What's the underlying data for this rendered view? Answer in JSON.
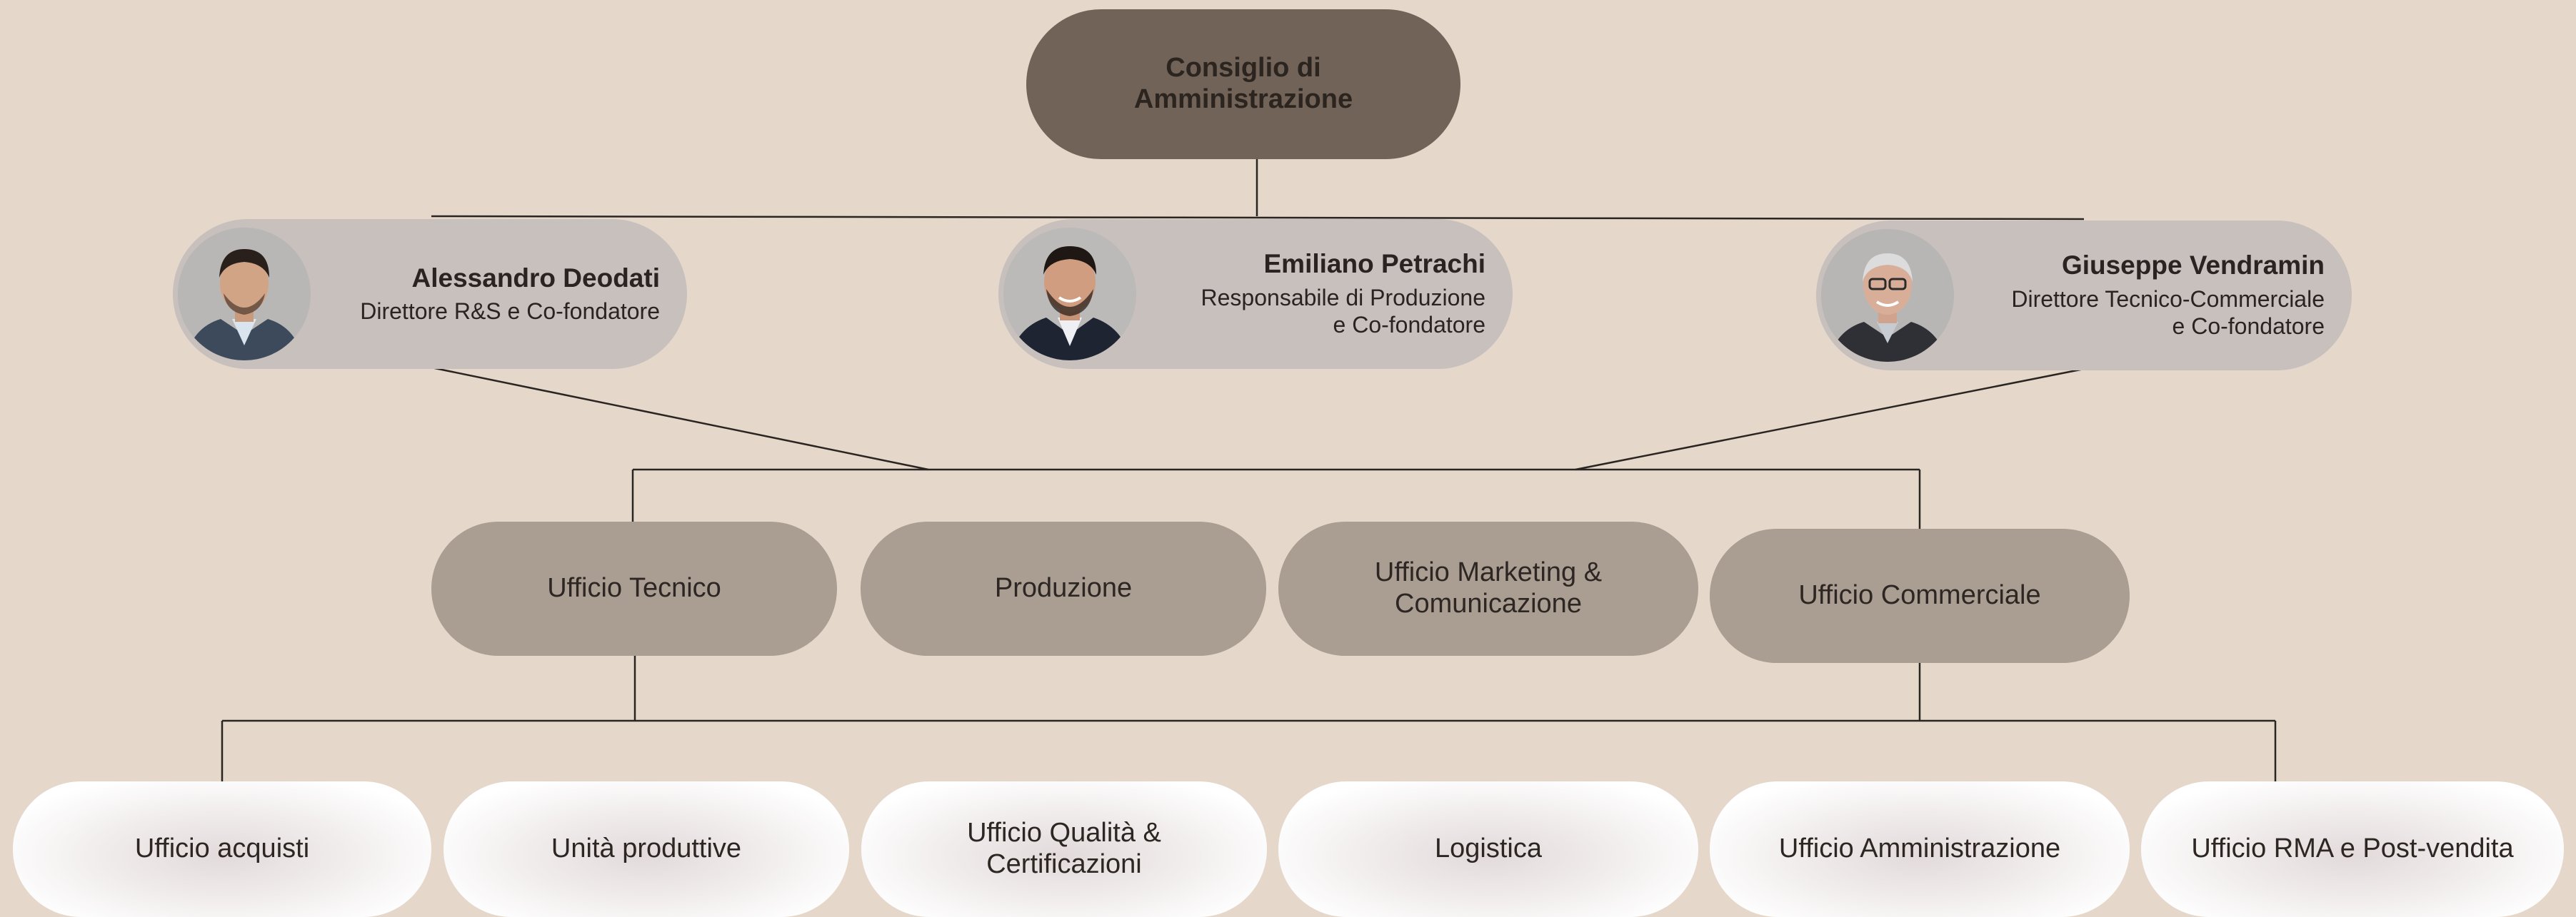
{
  "board": {
    "label_line1": "Consiglio di",
    "label_line2": "Amministrazione"
  },
  "people": [
    {
      "name": "Alessandro Deodati",
      "role_line1": "Direttore R&S e Co-fondatore",
      "role_line2": ""
    },
    {
      "name": "Emiliano Petrachi",
      "role_line1": "Responsabile di Produzione",
      "role_line2": "e Co-fondatore"
    },
    {
      "name": "Giuseppe Vendramin",
      "role_line1": "Direttore Tecnico-Commerciale",
      "role_line2": "e Co-fondatore"
    }
  ],
  "departments": [
    {
      "line1": "Ufficio Tecnico",
      "line2": ""
    },
    {
      "line1": "Produzione",
      "line2": ""
    },
    {
      "line1": "Ufficio Marketing &",
      "line2": "Comunicazione"
    },
    {
      "line1": "Ufficio Commerciale",
      "line2": ""
    }
  ],
  "units": [
    {
      "line1": "Ufficio acquisti",
      "line2": ""
    },
    {
      "line1": "Unità produttive",
      "line2": ""
    },
    {
      "line1": "Ufficio Qualità &",
      "line2": "Certificazioni"
    },
    {
      "line1": "Logistica",
      "line2": ""
    },
    {
      "line1": "Ufficio Amministrazione",
      "line2": ""
    },
    {
      "line1": "Ufficio RMA e Post-vendita",
      "line2": ""
    }
  ],
  "colors": {
    "background": "#e5d8cb",
    "board_fill": "#716358",
    "person_fill": "#c8c0bd",
    "department_fill": "#aa9e93",
    "unit_fill": "#ffffff",
    "connector": "#2b2522"
  }
}
